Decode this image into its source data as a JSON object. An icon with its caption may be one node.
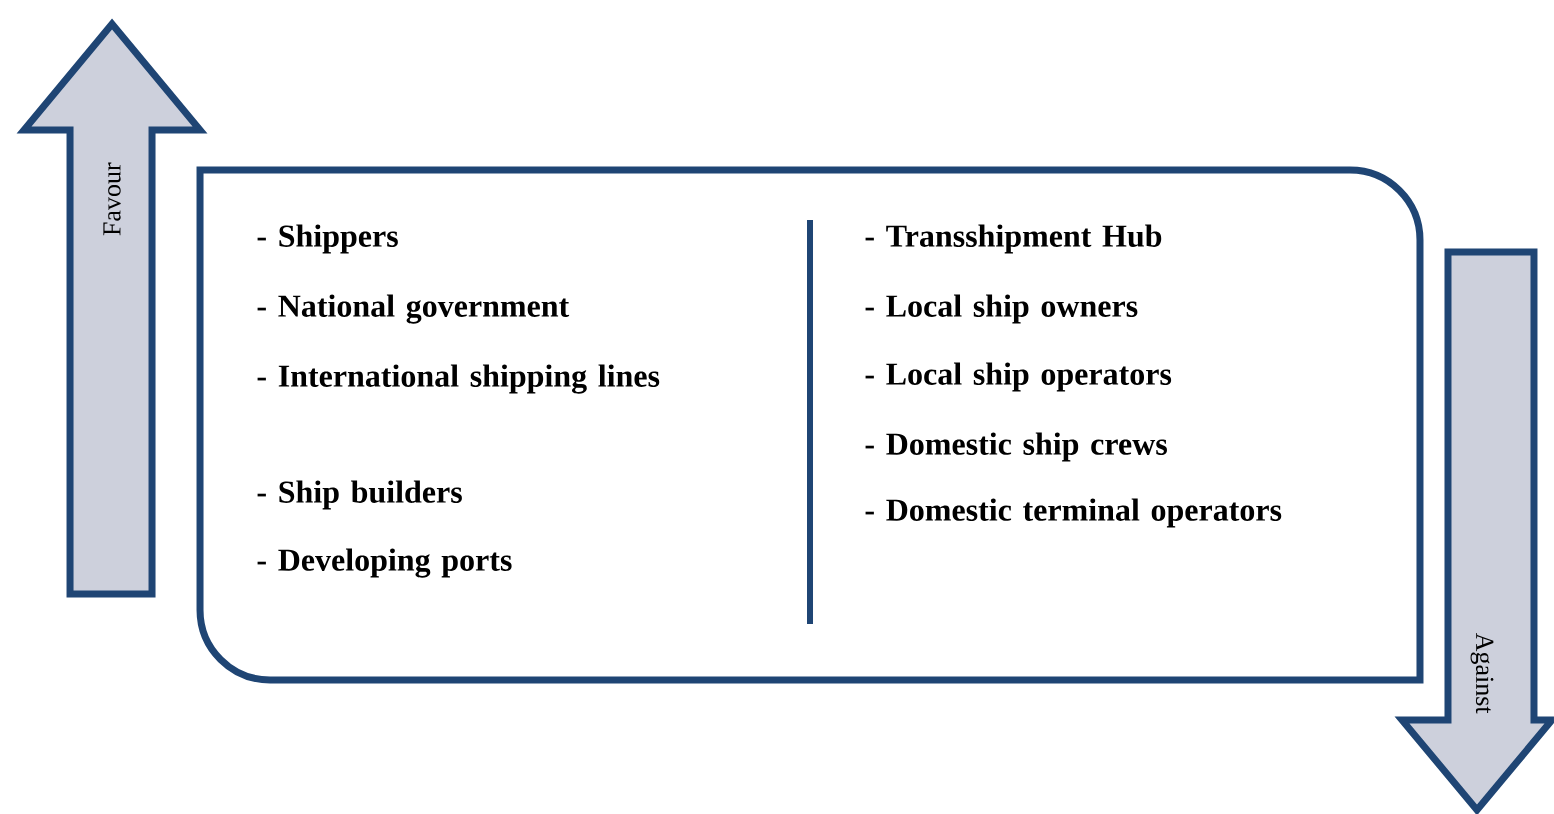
{
  "diagram": {
    "nodes": [
      {
        "text": [
          "Favour"
        ]
      },
      {
        "text": [
          "- Shippers",
          "- National government",
          "- International shipping lines",
          "- Ship builders",
          "- Developing ports",
          "- Transshipment Hub",
          "- Local ship owners",
          "- Local ship operators",
          "- Domestic ship crews",
          "- Domestic terminal operators"
        ]
      },
      {
        "text": [
          "Against"
        ]
      }
    ]
  }
}
